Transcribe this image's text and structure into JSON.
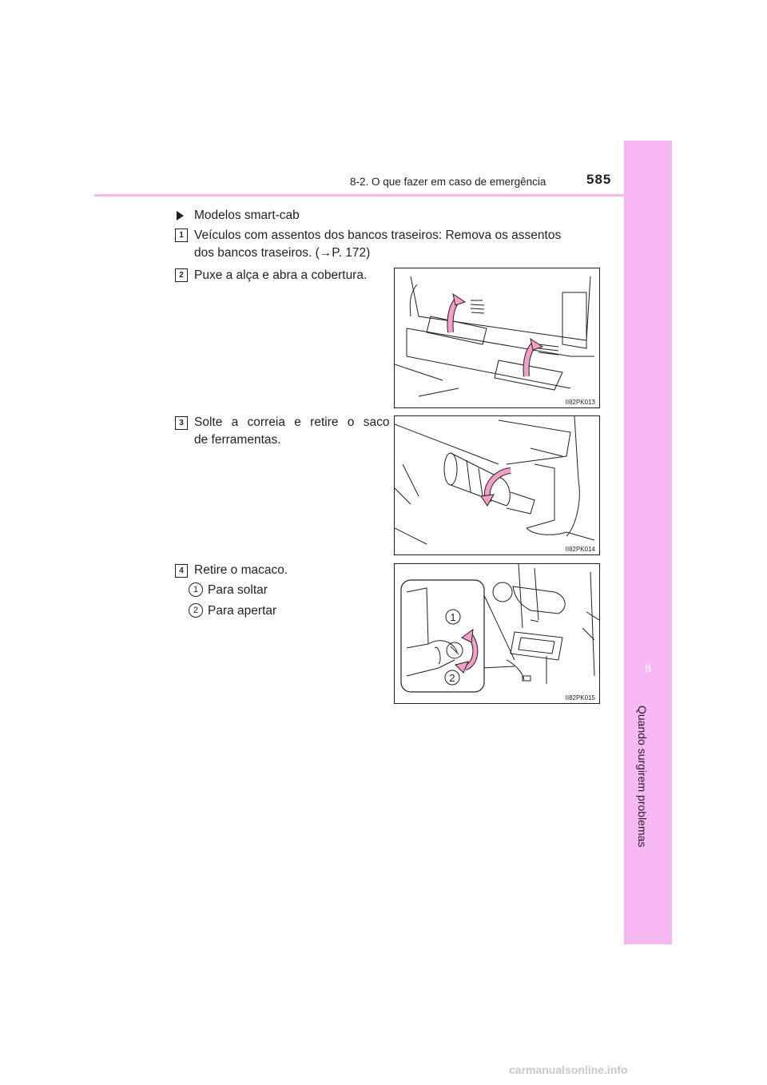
{
  "header": {
    "section": "8-2. O que fazer em caso de emergência",
    "page_number": "585"
  },
  "sidebar": {
    "chapter_number": "8",
    "chapter_title": "Quando surgirem problemas"
  },
  "content": {
    "model_heading": "Modelos smart-cab",
    "steps": [
      {
        "number": "1",
        "text_line1": "Veículos com assentos dos bancos traseiros: Remova os assentos",
        "text_line2": "dos bancos traseiros. (→P. 172)"
      },
      {
        "number": "2",
        "text_line1": "Puxe a alça e abra a cobertura."
      },
      {
        "number": "3",
        "text_line1": "Solte a correia e retire o saco",
        "text_line2": "de ferramentas."
      },
      {
        "number": "4",
        "text_line1": "Retire o macaco."
      }
    ],
    "sub_items": [
      {
        "number": "1",
        "text": "Para soltar"
      },
      {
        "number": "2",
        "text": "Para apertar"
      }
    ]
  },
  "figures": [
    {
      "code": "II82PK013"
    },
    {
      "code": "II82PK014"
    },
    {
      "code": "II82PK015",
      "callouts": [
        "1",
        "2"
      ]
    }
  ],
  "footer": {
    "watermark": "carmanualsonline.info"
  },
  "colors": {
    "accent": "#f7b7f3",
    "arrow_pink": "#f3a0c8",
    "text": "#231f20"
  }
}
